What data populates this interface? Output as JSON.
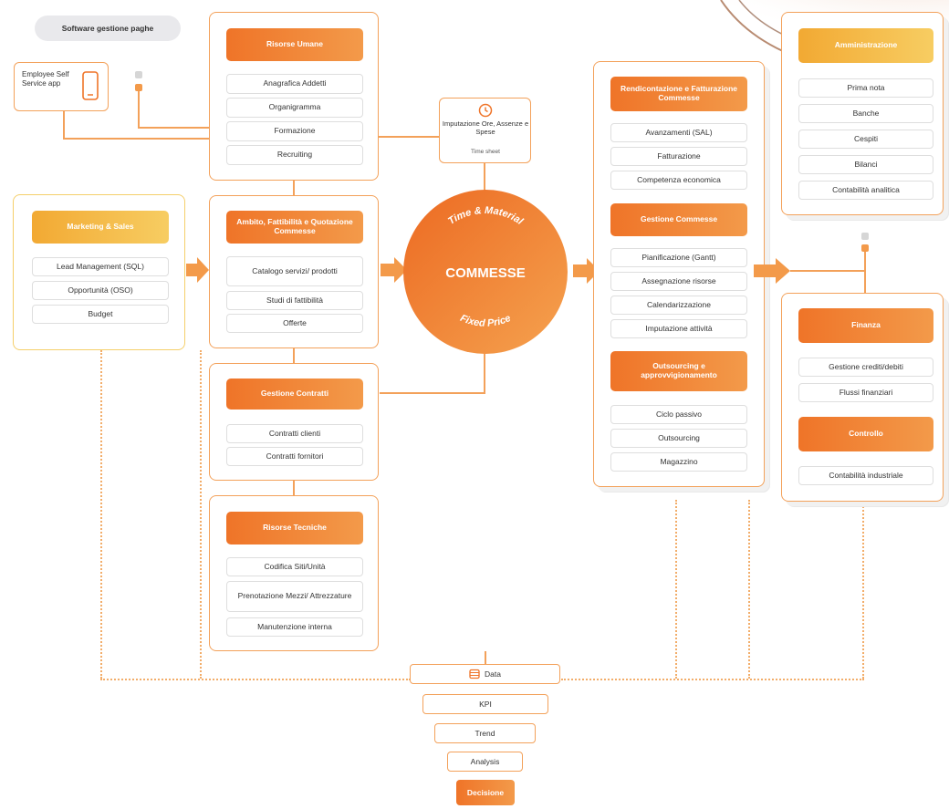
{
  "software": "Software gestione paghe",
  "employee_app": "Employee Self Service app",
  "risorse_umane": {
    "title": "Risorse Umane",
    "items": [
      "Anagrafica Addetti",
      "Organigramma",
      "Formazione",
      "Recruiting"
    ]
  },
  "imputazione": {
    "title": "Imputazione Ore, Assenze e Spese",
    "sub": "Time sheet"
  },
  "marketing": {
    "title": "Marketing & Sales",
    "items": [
      "Lead Management (SQL)",
      "Opportunità (OSO)",
      "Budget"
    ]
  },
  "ambito": {
    "title": "Ambito, Fattibilità e Quotazione Commesse",
    "items": [
      "Catalogo servizi/ prodotti",
      "Studi di fattibilità",
      "Offerte"
    ]
  },
  "commesse": {
    "title": "COMMESSE",
    "top_arc": "Time & Material",
    "bottom_arc": "Fixed Price"
  },
  "gestione_contratti": {
    "title": "Gestione Contratti",
    "items": [
      "Contratti clienti",
      "Contratti fornitori"
    ]
  },
  "risorse_tecniche": {
    "title": "Risorse Tecniche",
    "items": [
      "Codifica Siti/Unità",
      "Prenotazione Mezzi/ Attrezzature",
      "Manutenzione interna"
    ]
  },
  "rendicontazione": {
    "title": "Rendicontazione e Fatturazione Commesse",
    "items": [
      "Avanzamenti (SAL)",
      "Fatturazione",
      "Competenza economica"
    ]
  },
  "gestione_commesse": {
    "title": "Gestione Commesse",
    "items": [
      "Pianificazione (Gantt)",
      "Assegnazione risorse",
      "Calendarizzazione",
      "Imputazione attività"
    ]
  },
  "outsourcing": {
    "title": "Outsourcing e approvvigionamento",
    "items": [
      "Ciclo passivo",
      "Outsourcing",
      "Magazzino"
    ]
  },
  "amministrazione": {
    "title": "Amministrazione",
    "items": [
      "Prima nota",
      "Banche",
      "Cespiti",
      "Bilanci",
      "Contabilità analitica"
    ]
  },
  "finanza": {
    "title": "Finanza",
    "items": [
      "Gestione crediti/debiti",
      "Flussi finanziari"
    ]
  },
  "controllo": {
    "title": "Controllo",
    "items": [
      "Contabilità industriale"
    ]
  },
  "funnel": [
    "Data",
    "KPI",
    "Trend",
    "Analysis",
    "Decisione"
  ],
  "colors": {
    "orange": "#ef7428",
    "orange_light": "#f39a4a",
    "yellow": "#f7cd62",
    "border": "#f3a15a",
    "yellow_border": "#f5cf6a"
  }
}
